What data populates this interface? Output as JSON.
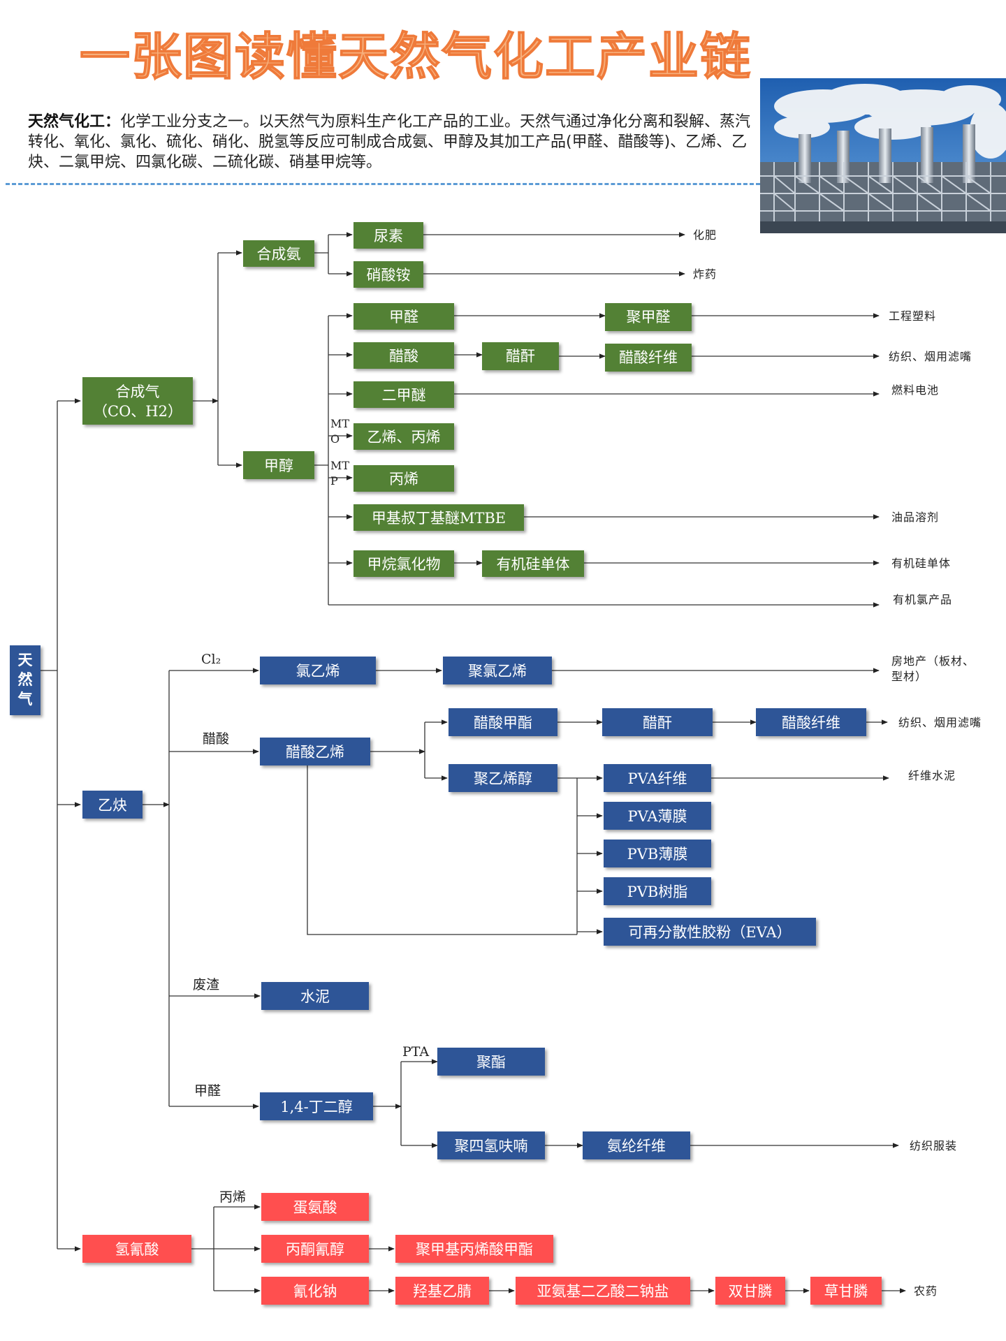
{
  "title": "一张图读懂天然气化工产业链",
  "intro": {
    "lead": "天然气化工：",
    "body": "化学工业分支之一。以天然气为原料生产化工产品的工业。天然气通过净化分离和裂解、蒸汽转化、氧化、氯化、硫化、硝化、脱氢等反应可制成合成氨、甲醇及其加工产品(甲醛、醋酸等)、乙烯、乙炔、二氯甲烷、四氯化碳、二硫化碳、硝基甲烷等。"
  },
  "colors": {
    "green": "#538135",
    "blue": "#2f5597",
    "red": "#ff5050",
    "accent_title": "#ef7a3a",
    "divider": "#5b9bd5"
  },
  "icons": [
    "factory-chimney-photo",
    "arrow-head"
  ],
  "root": {
    "label": "天然气"
  },
  "nodes": {
    "hechengqi_1": "合成气",
    "hechengqi_2": "（CO、H2）",
    "hechengan": "合成氨",
    "niaosu": "尿素",
    "xiaosuanan": "硝酸铵",
    "jiachun": "甲醇",
    "jiaquan": "甲醛",
    "jujiaquan": "聚甲醛",
    "cusuan": "醋酸",
    "cugan_g": "醋酐",
    "cusuanxianwei_g": "醋酸纤维",
    "erjiami": "二甲醚",
    "yixi_bingxi": "乙烯、丙烯",
    "bingxi": "丙烯",
    "mtbe": "甲基叔丁基醚MTBE",
    "jiawanlvhuawu": "甲烷氯化物",
    "youjigui": "有机硅单体",
    "yique": "乙炔",
    "lvyixi": "氯乙烯",
    "julvyixi": "聚氯乙烯",
    "cusuanyixi": "醋酸乙烯",
    "cusuanjiazhi": "醋酸甲酯",
    "cugan_b": "醋酐",
    "cusuanxianwei_b": "醋酸纤维",
    "juyixichun": "聚乙烯醇",
    "pva_fiber": "PVA纤维",
    "pva_film": "PVA薄膜",
    "pvb_film": "PVB薄膜",
    "pvb_resin": "PVB树脂",
    "eva": "可再分散性胶粉（EVA）",
    "shuini": "水泥",
    "dingerchun": "1,4-丁二醇",
    "juzhi": "聚酯",
    "jusiqingfunan": "聚四氢呋喃",
    "anlun": "氨纶纤维",
    "qingqingsuan": "氢氰酸",
    "danansuan": "蛋氨酸",
    "bingtongqingchun": "丙酮氰醇",
    "pmma": "聚甲基丙烯酸甲酯",
    "qinghuana": "氰化钠",
    "qiangjiyijing": "羟基乙腈",
    "yaanjierzisuan": "亚氨基二乙酸二钠盐",
    "shuanggan": "双甘膦",
    "caogan": "草甘膦"
  },
  "leaves": {
    "huafei": "化肥",
    "zhayao": "炸药",
    "gongchengsuliao": "工程塑料",
    "fangzhi_g": "纺织、烟用滤嘴",
    "ranliaodianchi": "燃料电池",
    "youpinrongji": "油品溶剂",
    "youjiguidanti": "有机硅单体",
    "youjilvchanpin": "有机氯产品",
    "fangdichan_1": "房地产（板材、",
    "fangdichan_2": "型材）",
    "fangzhi_b": "纺织、烟用滤嘴",
    "xianweishuini": "纤维水泥",
    "fangzhifuzhuang": "纺织服装",
    "nongyao": "农药"
  },
  "edge_labels": {
    "mto_1": "MT",
    "mto_2": "O",
    "mtp_1": "MT",
    "mtp_2": "P",
    "cl2": "Cl₂",
    "cusuan": "醋酸",
    "feizha": "废渣",
    "jiaquan": "甲醛",
    "pta": "PTA",
    "bingxi": "丙烯"
  }
}
